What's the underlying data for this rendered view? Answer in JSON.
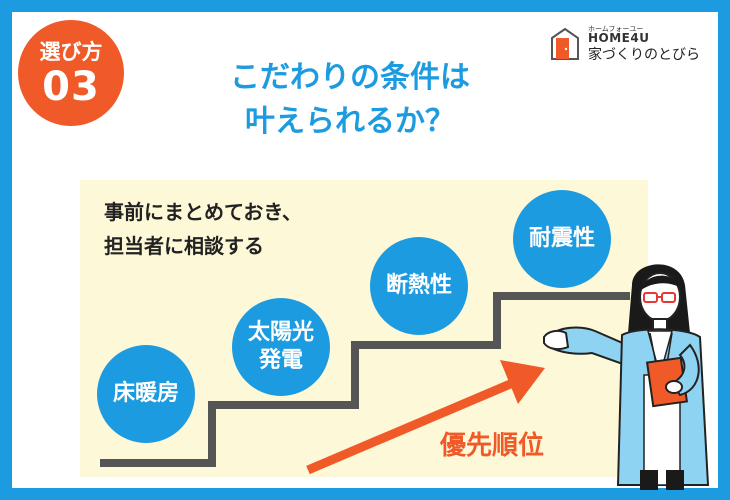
{
  "badge": {
    "label": "選び方",
    "number": "03"
  },
  "title": {
    "line1": "こだわりの条件は",
    "line2": "叶えられるか？"
  },
  "logo": {
    "small": "ホームフォーユー",
    "brand": "HOME4U",
    "name": "家づくりのとびら"
  },
  "note": {
    "line1": "事前にまとめておき、",
    "line2": "担当者に相談する"
  },
  "steps": [
    {
      "line1": "床暖房",
      "line2": ""
    },
    {
      "line1": "太陽光",
      "line2": "発電"
    },
    {
      "line1": "断熱性",
      "line2": ""
    },
    {
      "line1": "耐震性",
      "line2": ""
    }
  ],
  "priority_label": "優先順位",
  "colors": {
    "frame": "#1d9be0",
    "accent": "#f05a28",
    "panel": "#fdf8d8",
    "stair": "#555555"
  },
  "icons": [
    "door-logo-icon",
    "arrow-up-right-icon",
    "presenter-illustration"
  ]
}
